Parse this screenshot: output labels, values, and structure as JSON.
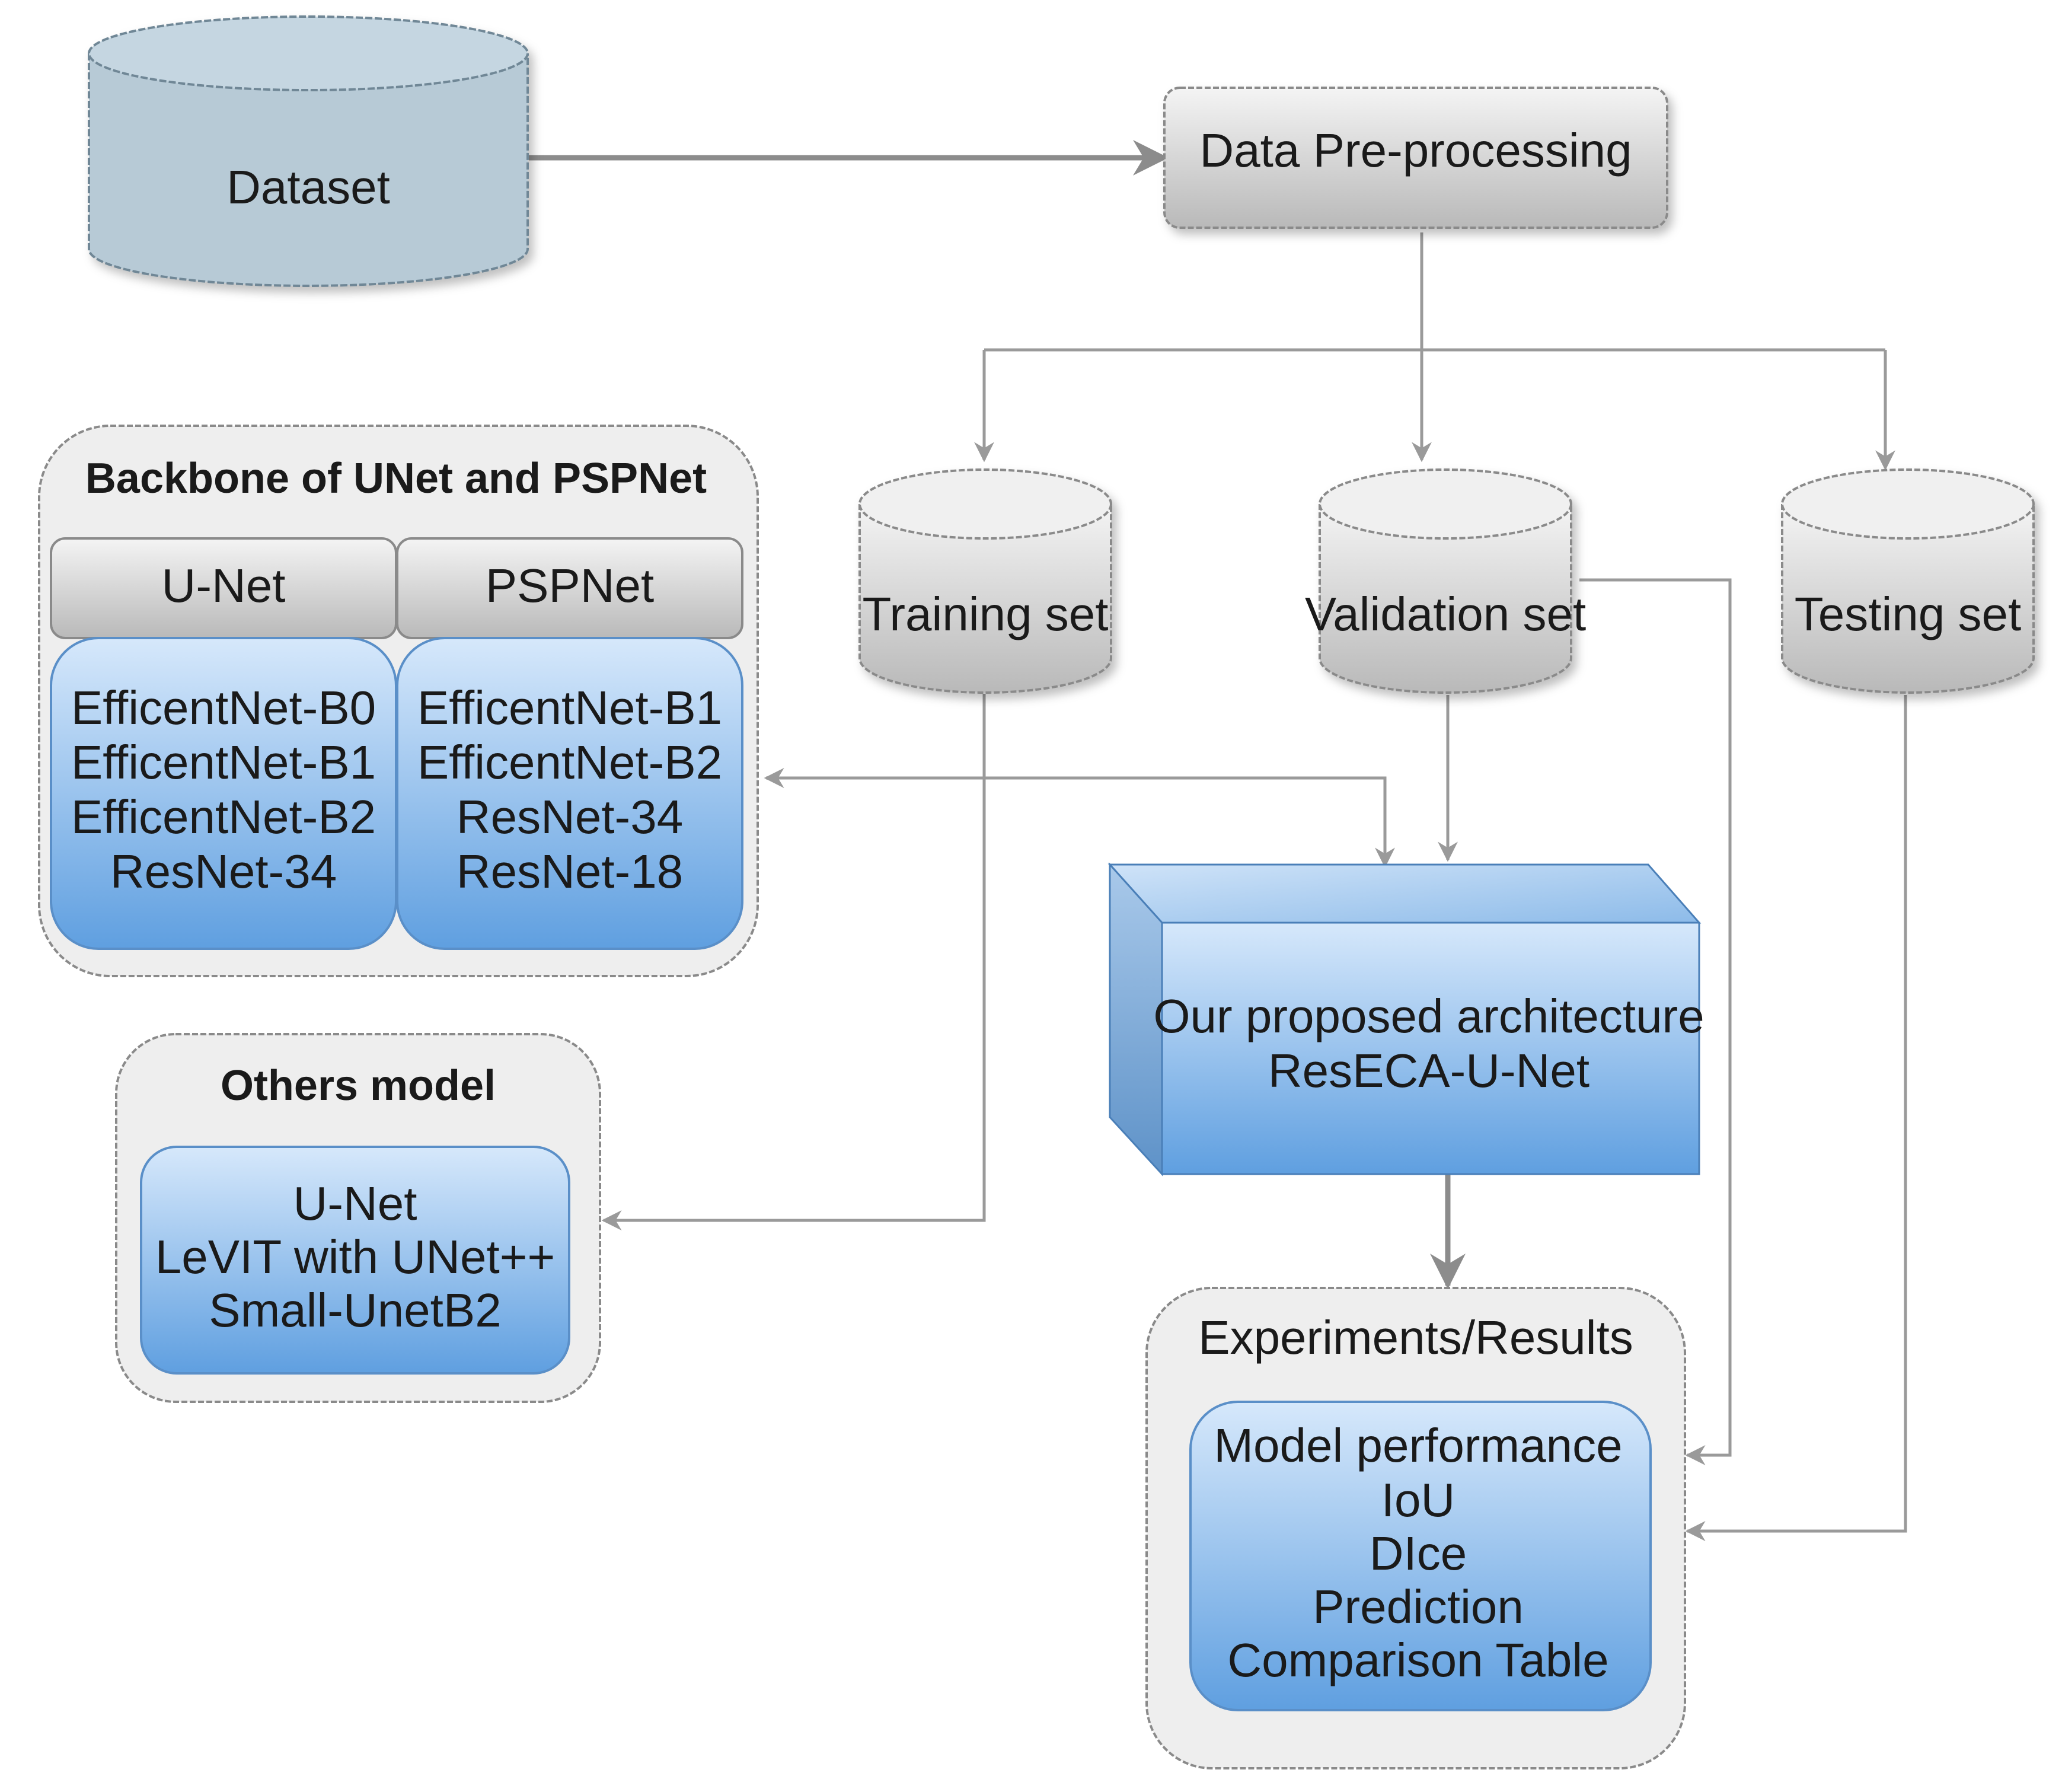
{
  "dataset": {
    "label": "Dataset"
  },
  "preprocessing": {
    "label": "Data Pre-processing"
  },
  "splits": {
    "training": "Training set",
    "validation": "Validation set",
    "testing": "Testing set"
  },
  "backbone_group": {
    "title": "Backbone of UNet and  PSPNet",
    "unet": {
      "header": "U-Net",
      "items": [
        "EfficentNet-B0",
        "EfficentNet-B1",
        "EfficentNet-B2",
        "ResNet-34"
      ]
    },
    "pspnet": {
      "header": "PSPNet",
      "items": [
        "EfficentNet-B1",
        "EfficentNet-B2",
        "ResNet-34",
        "ResNet-18"
      ]
    }
  },
  "others_group": {
    "title": "Others model",
    "items": [
      "U-Net",
      "LeVIT with UNet++",
      "Small-UnetB2"
    ]
  },
  "proposed": {
    "line1": "Our proposed architecture",
    "line2": "ResECA-U-Net"
  },
  "results_group": {
    "title": "Experiments/Results",
    "items": [
      "Model performance",
      "IoU",
      "DIce",
      "Prediction",
      "Comparison Table"
    ]
  },
  "colors": {
    "dataset_fill": "#b7cad6",
    "gray_top": "#f4f4f4",
    "gray_bottom": "#b9b9b9",
    "blue_top": "#d6e8fb",
    "blue_bottom": "#5f9fe0",
    "group_fill": "#eeeeee",
    "connector": "#9a9a9a"
  }
}
